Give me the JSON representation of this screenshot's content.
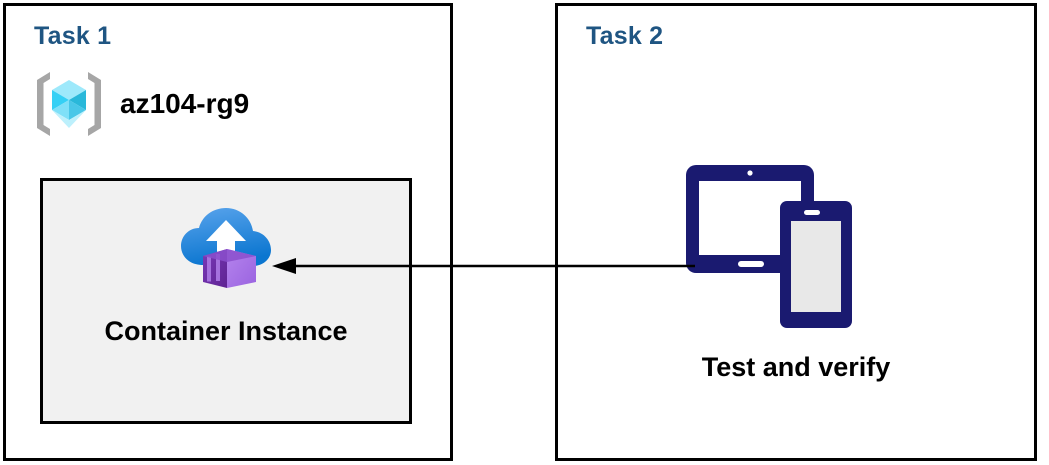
{
  "diagram": {
    "title": "Azure Container Instance task diagram",
    "colors": {
      "panel_border": "#000000",
      "panel_background": "#ffffff",
      "task_heading": "#1f5582",
      "inner_box_fill": "#f1f1f1",
      "inner_box_border": "#000000",
      "arrow": "#000000",
      "device_navy": "#1a1a70",
      "device_screen_grey": "#e8e8e8",
      "container_purple_light": "#b07ae8",
      "container_purple_dark": "#6b2fa0",
      "cloud_blue_light": "#4e9ae8",
      "cloud_blue_dark": "#0f7ad4",
      "resource_group_bracket_grey": "#a6a6a6",
      "resource_group_cube_cyan": "#35d0f5"
    }
  },
  "panels": [
    {
      "id": "task1",
      "title": "Task 1",
      "resource_group": {
        "icon": "resource-group-icon",
        "name": "az104-rg9"
      },
      "resource": {
        "icon": "container-instance-icon",
        "label": "Container Instance"
      }
    },
    {
      "id": "task2",
      "title": "Task 2",
      "device": {
        "icon": "devices-tablet-phone-icon",
        "label": "Test and verify"
      }
    }
  ],
  "connector": {
    "name": "arrow-task2-to-container-instance",
    "direction": "right-to-left",
    "from": "Test and verify",
    "to": "Container Instance"
  }
}
